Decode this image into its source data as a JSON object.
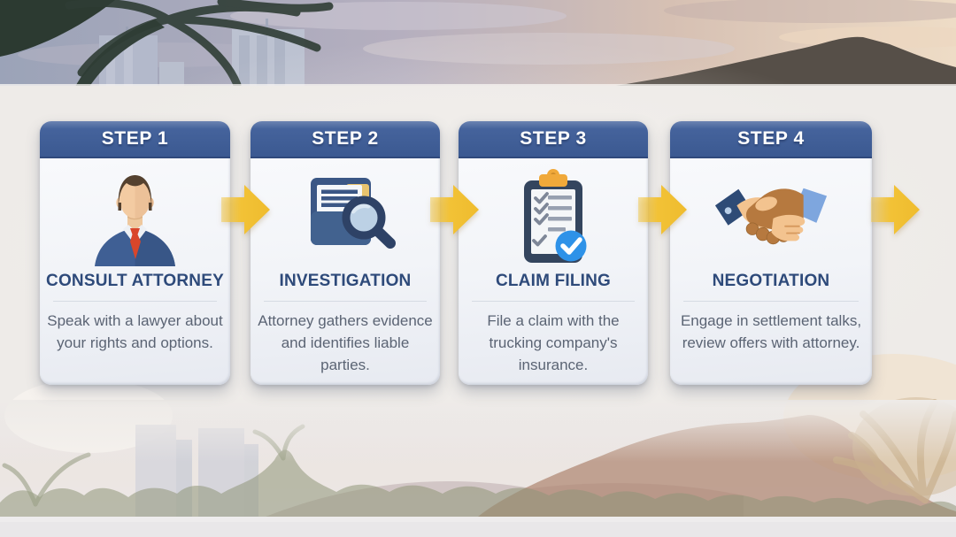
{
  "scene": {
    "kind": "process-steps-infographic",
    "background": "Honolulu shoreline photo with palm trees, high-rise buildings and Diamond Head; middle band washed out white",
    "step_count": 4
  },
  "steps": [
    {
      "header": "STEP 1",
      "title": "CONSULT ATTORNEY",
      "description": "Speak with a lawyer about your rights and options.",
      "icon": "attorney-person-icon"
    },
    {
      "header": "STEP 2",
      "title": "INVESTIGATION",
      "description": "Attorney gathers evidence and identifies liable parties.",
      "icon": "folder-magnifier-icon"
    },
    {
      "header": "STEP 3",
      "title": "CLAIM FILING",
      "description": "File a claim with the trucking company's insurance.",
      "icon": "clipboard-checklist-icon"
    },
    {
      "header": "STEP 4",
      "title": "NEGOTIATION",
      "description": "Engage in settlement talks, review offers with attorney.",
      "icon": "handshake-icon"
    }
  ],
  "arrows": {
    "count": 4,
    "direction": "right",
    "color": "#f2c23a"
  },
  "colors": {
    "step_header_blue": "#3e5c94",
    "title_navy": "#2e4a7a",
    "description_gray": "#5b6474",
    "arrow_yellow": "#f2c23a",
    "card_background": "#f4f6fa",
    "clipboard_badge_blue": "#2e92e8",
    "clip_orange": "#f0a93a",
    "tie_red": "#d9462b",
    "folder_navy": "#3b5785"
  }
}
